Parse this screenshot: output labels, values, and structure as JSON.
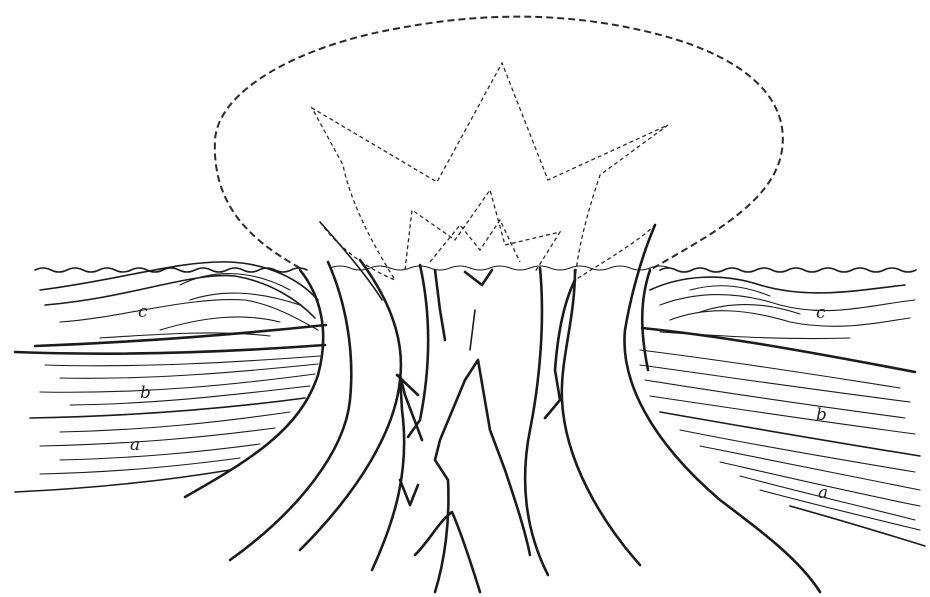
{
  "labels": {
    "left_c": "c",
    "left_b": "b",
    "left_a": "a",
    "right_c": "c",
    "right_b": "b",
    "right_a": "a"
  }
}
